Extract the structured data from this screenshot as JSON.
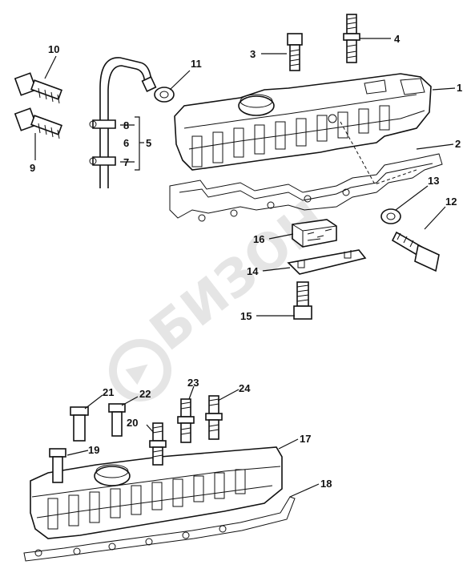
{
  "watermark": "БИЗОН",
  "callouts": {
    "c1": "1",
    "c2": "2",
    "c3": "3",
    "c4": "4",
    "c5": "5",
    "c6": "6",
    "c7": "7",
    "c8": "8",
    "c9": "9",
    "c10": "10",
    "c11": "11",
    "c12": "12",
    "c13": "13",
    "c14": "14",
    "c15": "15",
    "c16": "16",
    "c17": "17",
    "c18": "18",
    "c19": "19",
    "c20": "20",
    "c21": "21",
    "c22": "22",
    "c23": "23",
    "c24": "24"
  }
}
